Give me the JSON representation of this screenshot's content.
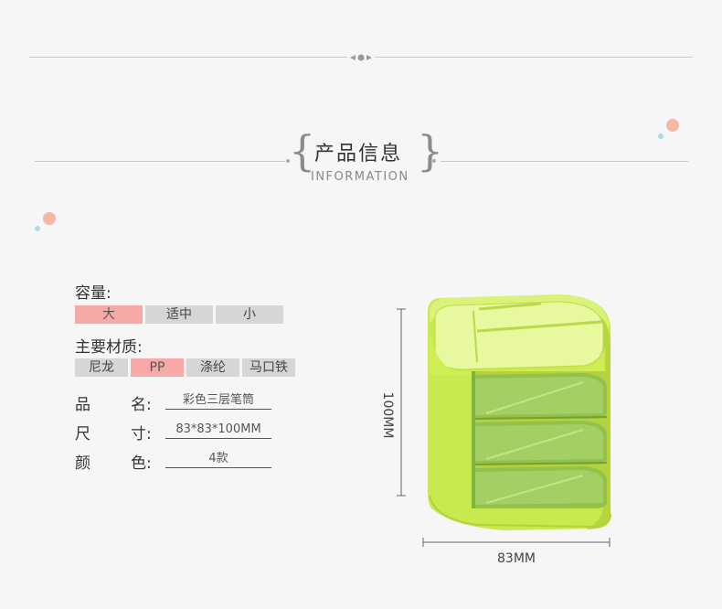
{
  "header": {
    "title_zh": "产品信息",
    "title_en": "INFORMATION"
  },
  "capacity": {
    "label": "容量:",
    "options": [
      "大",
      "适中",
      "小"
    ],
    "selected": "大"
  },
  "material": {
    "label": "主要材质:",
    "options": [
      "尼龙",
      "PP",
      "涤纶",
      "马口铁"
    ],
    "selected": "PP"
  },
  "specs": [
    {
      "key_a": "品",
      "key_b": "名:",
      "value": "彩色三层笔筒"
    },
    {
      "key_a": "尺",
      "key_b": "寸:",
      "value": "83*83*100MM"
    },
    {
      "key_a": "颜",
      "key_b": "色:",
      "value": "4款"
    }
  ],
  "dimensions": {
    "height_label": "100MM",
    "width_label": "83MM"
  },
  "colors": {
    "accent_pink": "#f6a9a7",
    "product_green": "#c8ea4e",
    "dot_blue": "#a9dce8"
  }
}
